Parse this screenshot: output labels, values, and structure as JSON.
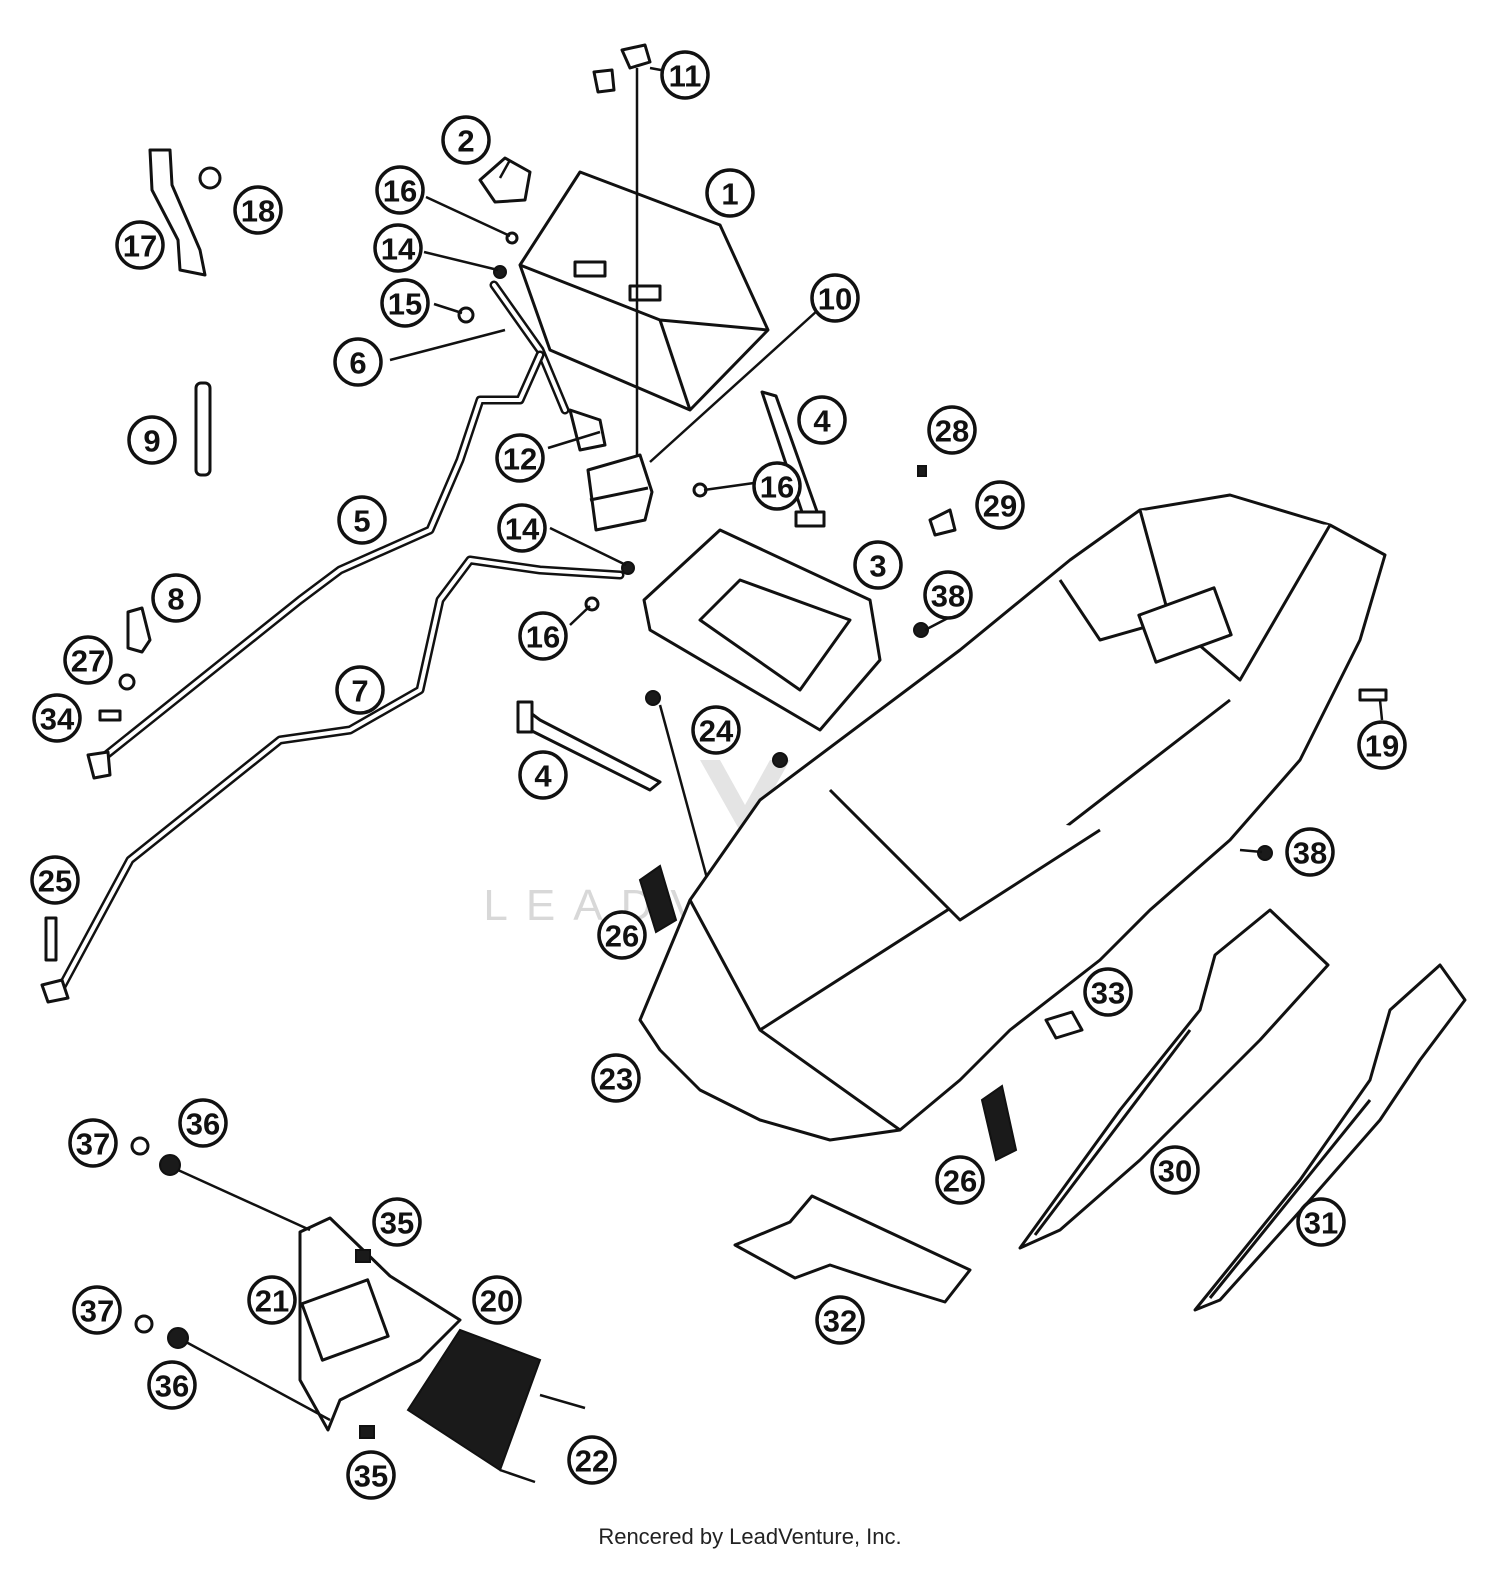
{
  "watermark": "LEADVENTURE",
  "credit": "Rencered by LeadVenture, Inc.",
  "callouts": [
    {
      "id": "c-11",
      "label": "11"
    },
    {
      "id": "c-2",
      "label": "2"
    },
    {
      "id": "c-1",
      "label": "1"
    },
    {
      "id": "c-16a",
      "label": "16"
    },
    {
      "id": "c-18",
      "label": "18"
    },
    {
      "id": "c-17",
      "label": "17"
    },
    {
      "id": "c-14a",
      "label": "14"
    },
    {
      "id": "c-15",
      "label": "15"
    },
    {
      "id": "c-10",
      "label": "10"
    },
    {
      "id": "c-6",
      "label": "6"
    },
    {
      "id": "c-4a",
      "label": "4"
    },
    {
      "id": "c-9",
      "label": "9"
    },
    {
      "id": "c-12",
      "label": "12"
    },
    {
      "id": "c-28",
      "label": "28"
    },
    {
      "id": "c-16b",
      "label": "16"
    },
    {
      "id": "c-29",
      "label": "29"
    },
    {
      "id": "c-5",
      "label": "5"
    },
    {
      "id": "c-14b",
      "label": "14"
    },
    {
      "id": "c-3",
      "label": "3"
    },
    {
      "id": "c-8",
      "label": "8"
    },
    {
      "id": "c-38a",
      "label": "38"
    },
    {
      "id": "c-16c",
      "label": "16"
    },
    {
      "id": "c-27",
      "label": "27"
    },
    {
      "id": "c-7",
      "label": "7"
    },
    {
      "id": "c-34",
      "label": "34"
    },
    {
      "id": "c-24",
      "label": "24"
    },
    {
      "id": "c-19",
      "label": "19"
    },
    {
      "id": "c-4b",
      "label": "4"
    },
    {
      "id": "c-38b",
      "label": "38"
    },
    {
      "id": "c-25",
      "label": "25"
    },
    {
      "id": "c-26a",
      "label": "26"
    },
    {
      "id": "c-33",
      "label": "33"
    },
    {
      "id": "c-23",
      "label": "23"
    },
    {
      "id": "c-37a",
      "label": "37"
    },
    {
      "id": "c-36a",
      "label": "36"
    },
    {
      "id": "c-26b",
      "label": "26"
    },
    {
      "id": "c-30",
      "label": "30"
    },
    {
      "id": "c-35a",
      "label": "35"
    },
    {
      "id": "c-31",
      "label": "31"
    },
    {
      "id": "c-21",
      "label": "21"
    },
    {
      "id": "c-20",
      "label": "20"
    },
    {
      "id": "c-37b",
      "label": "37"
    },
    {
      "id": "c-32",
      "label": "32"
    },
    {
      "id": "c-36b",
      "label": "36"
    },
    {
      "id": "c-22",
      "label": "22"
    },
    {
      "id": "c-35b",
      "label": "35"
    }
  ]
}
